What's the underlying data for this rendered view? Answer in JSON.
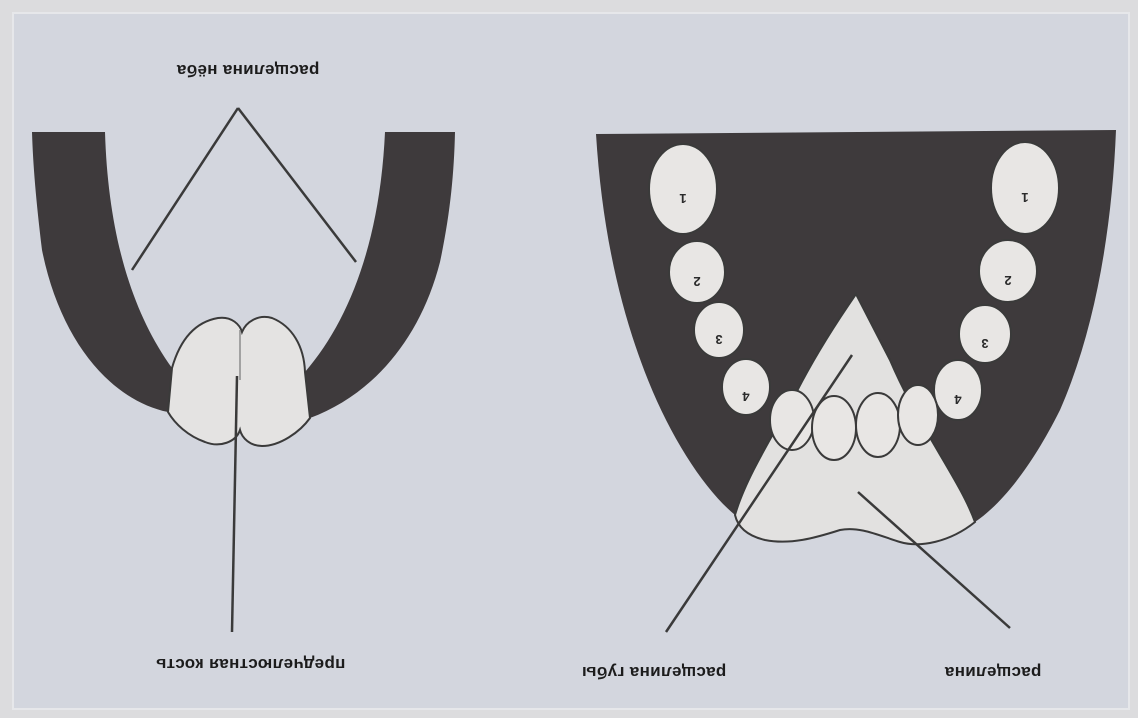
{
  "image_type": "scanned dental cleft diagram (mirrored labels)",
  "colors": {
    "background": "#d3d6de",
    "jaw_fill": "#3e3a3c",
    "tooth_fill": "#e8e6e4",
    "leader_line": "#3a3a3a"
  },
  "labels": {
    "top_left": "расщелина нёба",
    "bottom_left": "предчелюстная кость",
    "bottom_middle": "расщелина губы",
    "bottom_right": "расщелина"
  },
  "teeth": {
    "left_arch": [
      "1",
      "2",
      "3",
      "4"
    ],
    "right_arch": [
      "1",
      "2",
      "3",
      "4"
    ],
    "incisors": [
      "",
      "",
      "",
      ""
    ]
  }
}
